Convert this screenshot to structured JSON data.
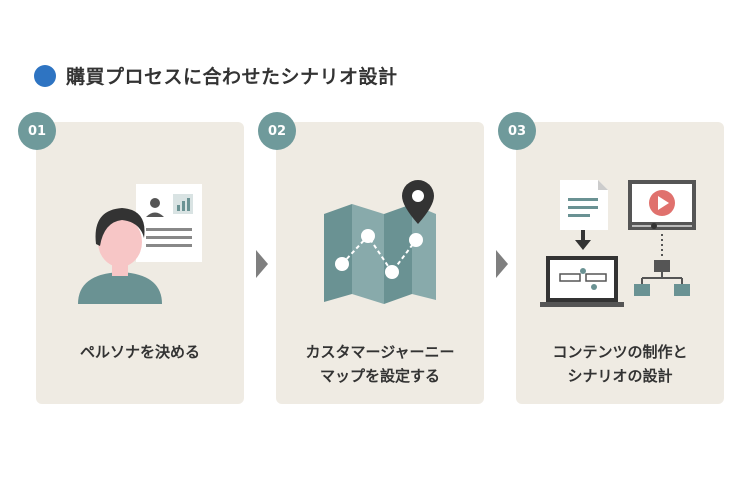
{
  "heading": {
    "title": "購買プロセスに合わせたシナリオ設計"
  },
  "colors": {
    "accent_dot": "#2e74c2",
    "badge": "#6f9a9b",
    "card_bg": "#efebe3",
    "teal": "#6a9293"
  },
  "steps": [
    {
      "number": "01",
      "label_lines": [
        "ペルソナを決める"
      ],
      "icon": "persona-profile-icon"
    },
    {
      "number": "02",
      "label_lines": [
        "カスタマージャーニー",
        "マップを設定する"
      ],
      "icon": "journey-map-icon"
    },
    {
      "number": "03",
      "label_lines": [
        "コンテンツの制作と",
        "シナリオの設計"
      ],
      "icon": "content-scenario-icon"
    }
  ]
}
